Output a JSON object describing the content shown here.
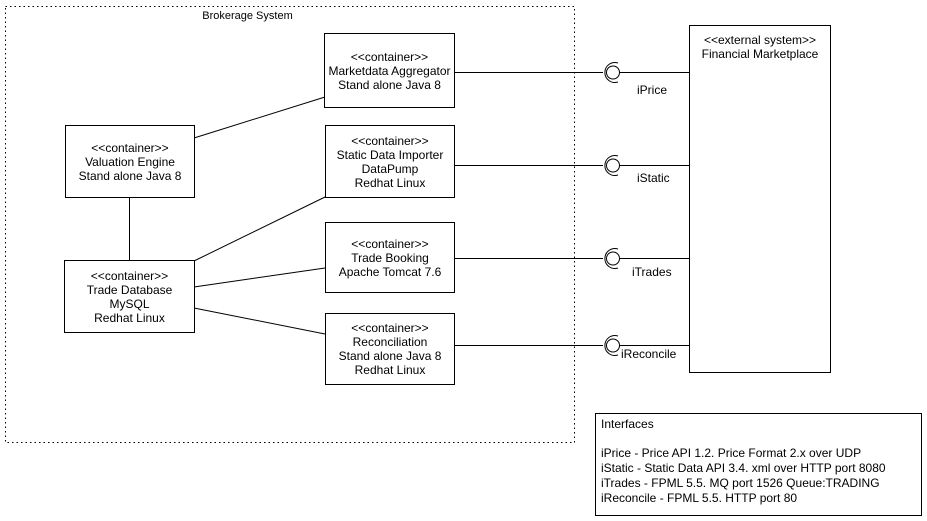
{
  "boundary": {
    "label": "Brokerage System"
  },
  "containers": {
    "marketdata_aggregator": {
      "stereotype": "<<container>>",
      "name": "Marketdata Aggregator",
      "tech": "Stand alone Java 8"
    },
    "valuation_engine": {
      "stereotype": "<<container>>",
      "name": "Valuation Engine",
      "tech": "Stand alone Java 8"
    },
    "static_data_importer": {
      "stereotype": "<<container>>",
      "name": "Static Data Importer",
      "tech": "DataPump",
      "os": "Redhat Linux"
    },
    "trade_database": {
      "stereotype": "<<container>>",
      "name": "Trade Database",
      "tech": "MySQL",
      "os": "Redhat Linux"
    },
    "trade_booking": {
      "stereotype": "<<container>>",
      "name": "Trade Booking",
      "tech": "Apache Tomcat 7.6"
    },
    "reconciliation": {
      "stereotype": "<<container>>",
      "name": "Reconciliation",
      "tech": "Stand alone Java 8",
      "os": "Redhat Linux"
    }
  },
  "external_system": {
    "stereotype": "<<external system>>",
    "name": "Financial Marketplace"
  },
  "interface_labels": {
    "iprice": "iPrice",
    "istatic": "iStatic",
    "itrades": "iTrades",
    "ireconcile": "iReconcile"
  },
  "legend": {
    "title": "Interfaces",
    "lines": [
      "iPrice - Price API 1.2. Price Format 2.x over UDP",
      "iStatic - Static Data API 3.4. xml over HTTP port 8080",
      "iTrades - FPML 5.5. MQ port 1526 Queue:TRADING",
      "iReconcile - FPML 5.5. HTTP port 80"
    ]
  },
  "icons": {
    "lollipop": "ball-and-socket interface connector"
  },
  "colors": {
    "ink": "#000000",
    "background": "#ffffff"
  }
}
